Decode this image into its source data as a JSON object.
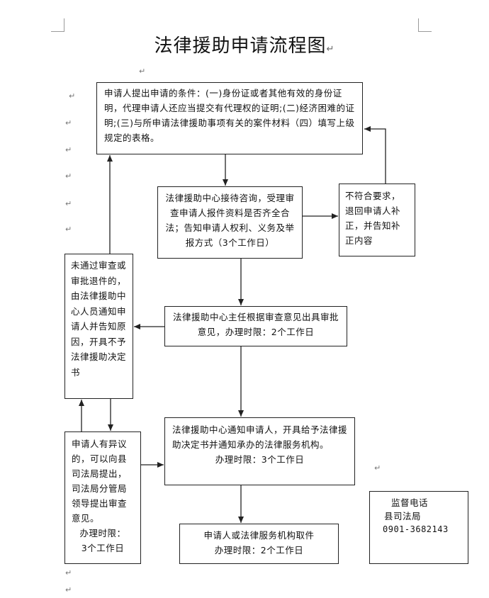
{
  "title": "法律援助申请流程图",
  "return_mark": "↵",
  "boxes": {
    "conditions": "申请人提出申请的条件：(一)身份证或者其他有效的身份证明，代理申请人还应当提交有代理权的证明;(二)经济困难的证明;(三)与所申请法律援助事项有关的案件材料（四）填写上级规定的表格。",
    "review": "法律援助中心接待咨询，受理审查申请人报件资料是否齐全合法；告知申请人权利、义务及举报方式（3个工作日）",
    "non_compliant": "不符合要求，退回申请人补正，并告知补正内容",
    "director": "法律援助中心主任根据审查意见出具审批意见，办理时限：2个工作日",
    "rejected": "未通过审查或审批退件的，由法律援助中心人员通知申请人并告知原因，开具不予法律援助决定书",
    "notify": "法律援助中心通知申请人，开具给予法律援助决定书并通知承办的法律服务机构。",
    "notify_time": "办理时限：3个工作日",
    "objection": "申请人有异议的，可以向县司法局提出，司法局分管局领导提出审查意见。",
    "objection_time_label": "办理时限：",
    "objection_time": "3个工作日",
    "pickup": "申请人或法律服务机构取件",
    "pickup_time": "办理时限：2个工作日",
    "supervision_title": "监督电话",
    "supervision_org": "县司法局",
    "supervision_phone": "0901-3682143"
  }
}
